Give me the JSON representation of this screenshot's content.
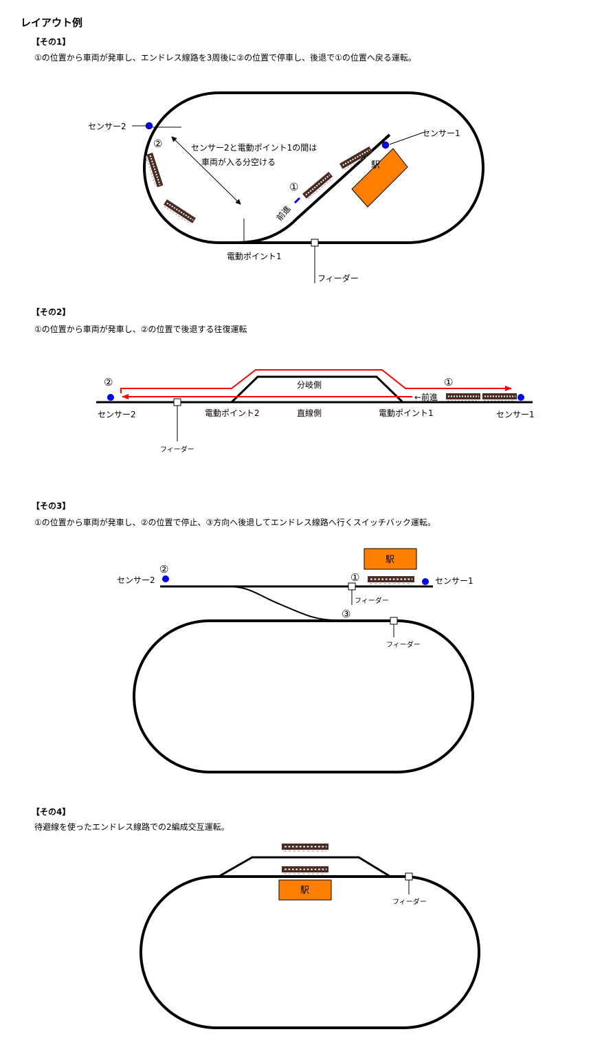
{
  "page_title": "レイアウト例",
  "colors": {
    "station": "#ff8000",
    "sensor": "#0000ff",
    "route": "#ff0000",
    "train": "#4a2c22"
  },
  "sections": [
    {
      "heading": "【その1】",
      "description": "①の位置から車両が発車し、エンドレス線路を3周後に②の位置で停車し、後退で①の位置へ戻る運転。",
      "labels": {
        "sensor2": "センサー2",
        "sensor1": "センサー1",
        "station": "駅",
        "note_line1": "センサー2と電動ポイント1の間は",
        "note_line2": "車両が入る分空ける",
        "pos1": "①",
        "pos2": "②",
        "forward": "前進",
        "point1": "電動ポイント1",
        "feeder": "フィーダー"
      }
    },
    {
      "heading": "【その2】",
      "description": "①の位置から車両が発車し、②の位置で後退する往復運転",
      "labels": {
        "pos1": "①",
        "pos2": "②",
        "forward": "←前進",
        "branch_side": "分岐側",
        "straight_side": "直線側",
        "sensor2": "センサー2",
        "point2": "電動ポイント2",
        "point1": "電動ポイント1",
        "sensor1": "センサー1",
        "feeder": "フィーダー"
      }
    },
    {
      "heading": "【その3】",
      "description": "①の位置から車両が発車し、②の位置で停止、③方向へ後退してエンドレス線路へ行くスイッチバック運転。",
      "labels": {
        "station": "駅",
        "pos1": "①",
        "pos2": "②",
        "pos3": "③",
        "sensor2": "センサー2",
        "sensor1": "センサー1",
        "feeder_top": "フィーダー",
        "feeder_loop": "フィーダー"
      }
    },
    {
      "heading": "【その4】",
      "description": "待避線を使ったエンドレス線路での2編成交互運転。",
      "labels": {
        "station": "駅",
        "feeder": "フィーダー"
      }
    }
  ]
}
